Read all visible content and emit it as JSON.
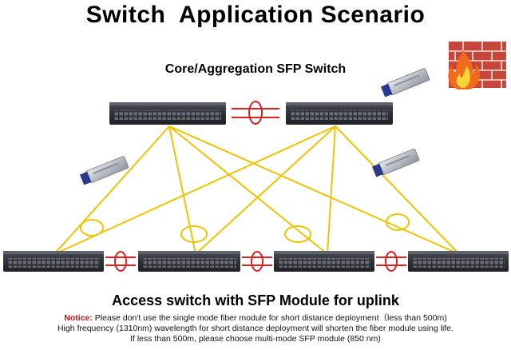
{
  "title": "Switch  Application Scenario",
  "core_label": "Core/Aggregation SFP Switch",
  "access_label": "Access switch with SFP Module for uplink",
  "notice": {
    "label": "Notice:",
    "line1": " Please don't use the single mode fiber module for short distance deployment（less than 500m)",
    "line2": "High frequency (1310nm) wavelength for short distance deployment will shorten the fiber module using life.",
    "line3": "If less than 500m, please choose multi-mode SFP module (850 nm)"
  },
  "colors": {
    "fiber_link": "#f2c200",
    "lag_ring": "#e0201e",
    "switch_body": "#2f3238",
    "firewall_brick": "#c8453c",
    "flame": "#f26a1b"
  },
  "icons": [
    "switch-icon",
    "sfp-module-icon",
    "firewall-icon",
    "fire-icon",
    "link-aggregation-icon"
  ]
}
